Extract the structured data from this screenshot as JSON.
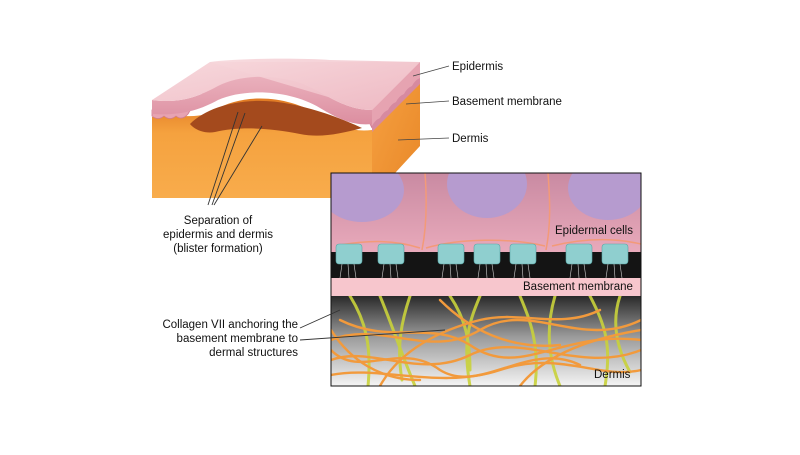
{
  "labels": {
    "epidermis": "Epidermis",
    "basement_membrane": "Basement membrane",
    "dermis": "Dermis",
    "separation": [
      "Separation of",
      "epidermis and dermis",
      "(blister formation)"
    ],
    "collagen": [
      "Collagen VII anchoring the",
      "basement membrane to",
      "dermal structures"
    ],
    "inset_epidermal_cells": "Epidermal cells",
    "inset_basement_membrane": "Basement membrane",
    "inset_dermis": "Dermis"
  },
  "colors": {
    "epidermis_top": "#f3cdd3",
    "epidermis_side": "#e7a6b4",
    "dermis_front": "#f7a642",
    "dermis_side": "#ef8f2a",
    "blister": "#a0481c",
    "cell_purple": "#b79bd0",
    "cell_pink": "#e3a3b7",
    "basal_teal": "#8fd0d0",
    "membrane_pink": "#f6c6ce",
    "collagen_yellow": "#c8d23a",
    "fiber_orange": "#f29a3c"
  }
}
